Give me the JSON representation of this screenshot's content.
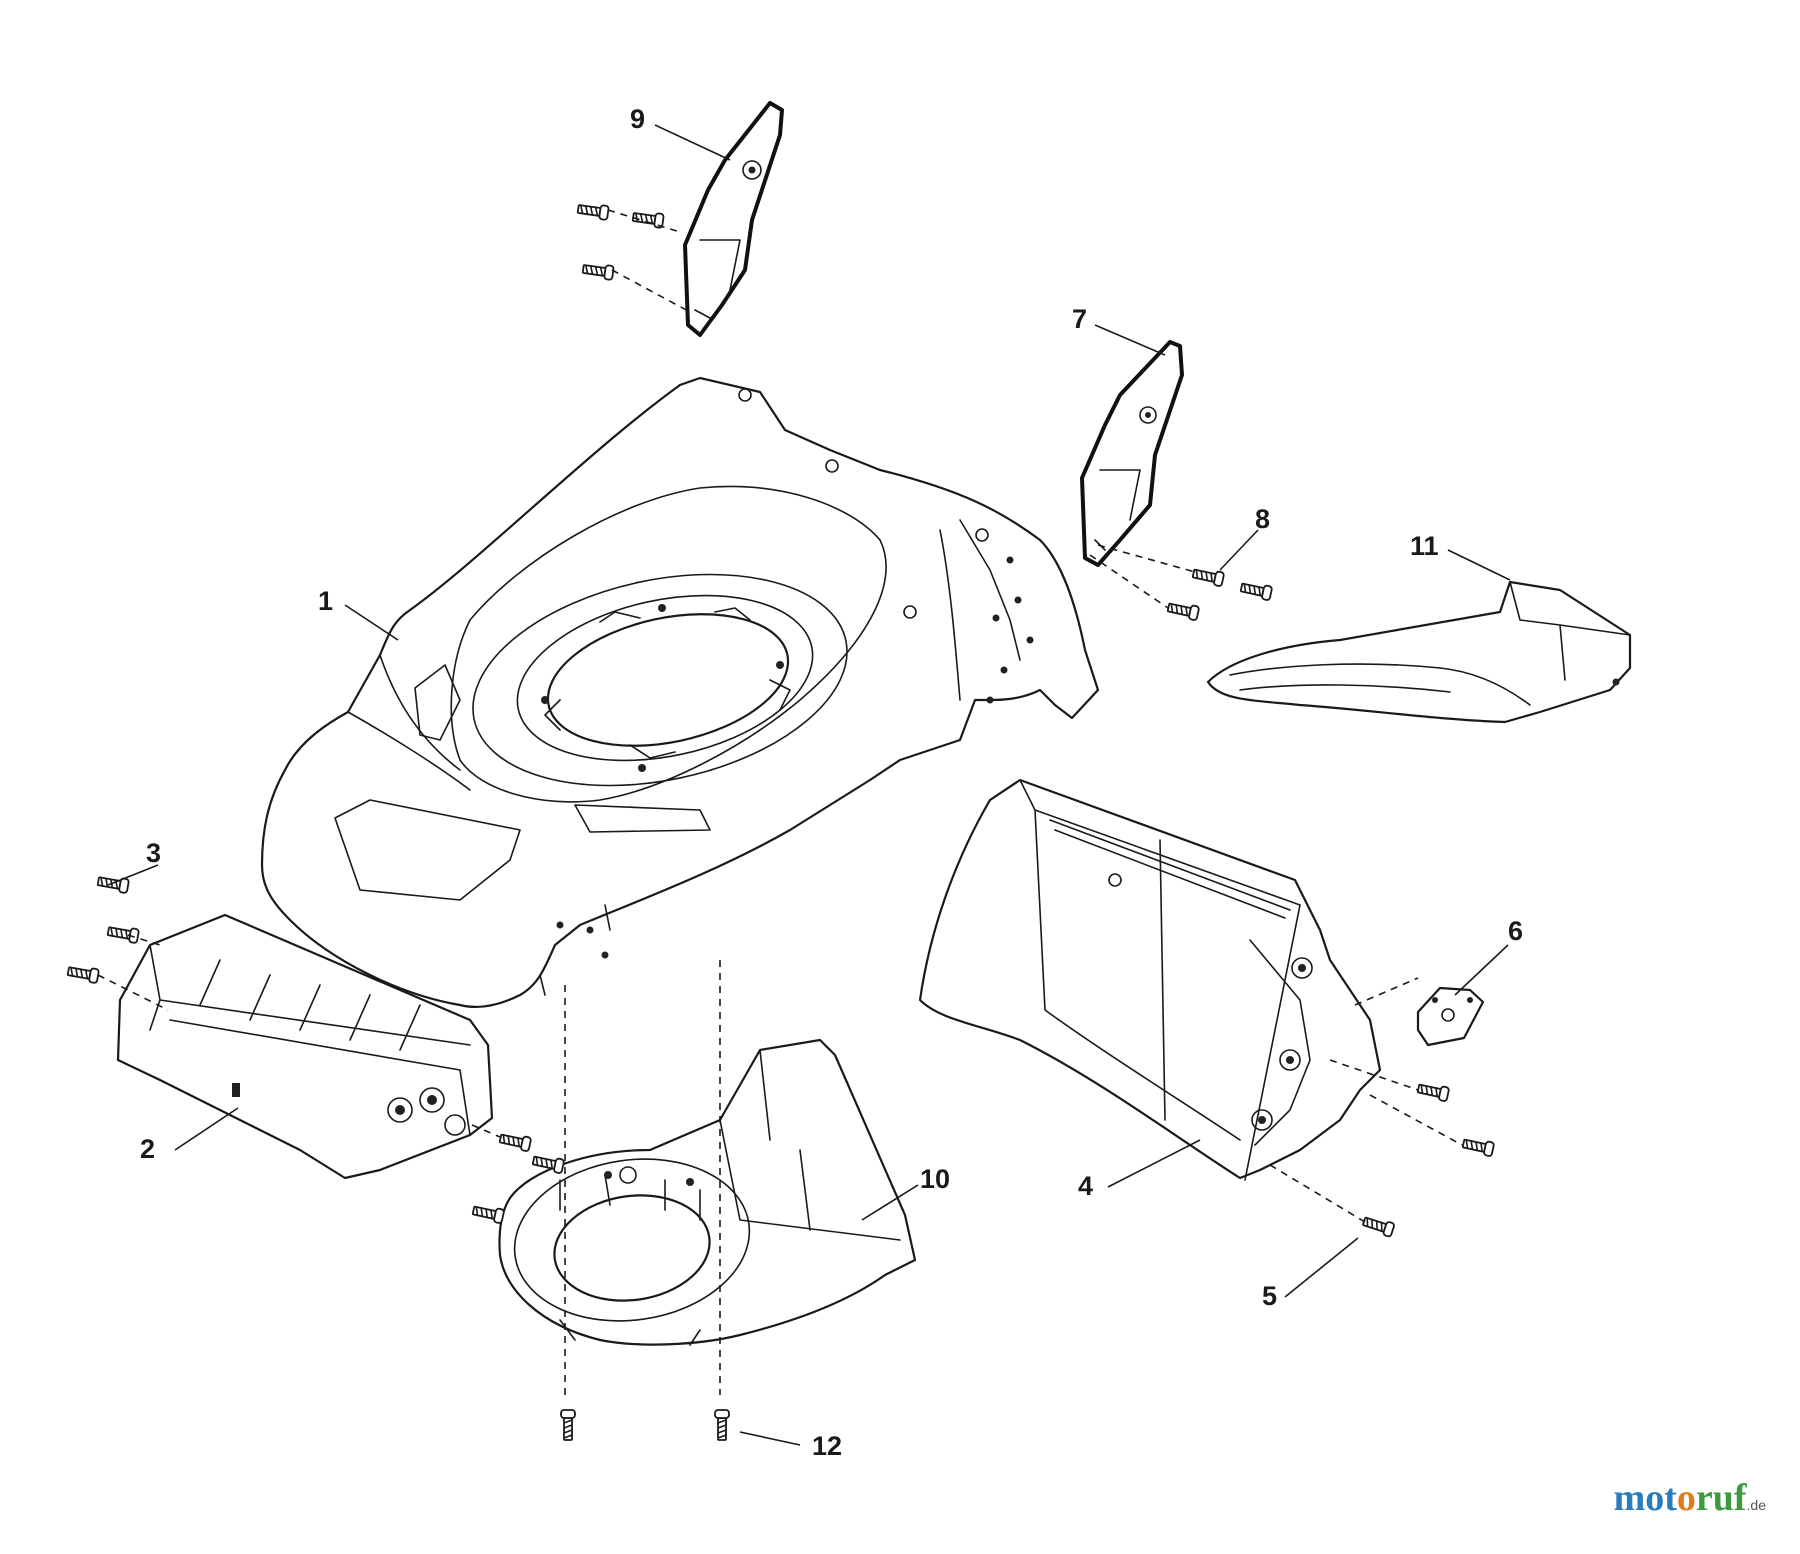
{
  "callouts": {
    "c1": "1",
    "c2": "2",
    "c3": "3",
    "c4": "4",
    "c5": "5",
    "c6": "6",
    "c7": "7",
    "c8": "8",
    "c9": "9",
    "c10": "10",
    "c11": "11",
    "c12": "12"
  },
  "watermark": {
    "part1": "mot",
    "part2": "o",
    "part3": "ruf",
    "tld": ".de"
  },
  "colors": {
    "line": "#1a1a1a",
    "background": "#ffffff",
    "brand_blue": "#2b7bbf",
    "brand_orange": "#e07b1c",
    "brand_green": "#3f9a3f"
  }
}
